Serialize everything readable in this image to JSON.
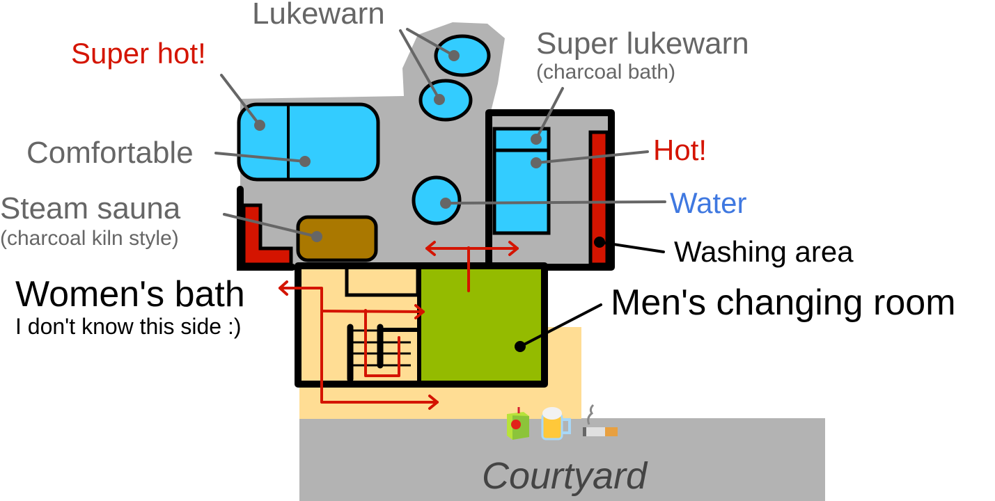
{
  "title": "Bathhouse floor plan",
  "colors": {
    "label_gray": "#666666",
    "label_red": "#d41400",
    "label_blue": "#3f78e0",
    "label_black": "#000000",
    "bath_water": "#33ccff",
    "floor_gray": "#b3b3b3",
    "heater_red": "#d41400",
    "sauna_brown": "#aa7800",
    "changing_green": "#94bb00",
    "corridor_beige": "#ffdd94",
    "courtyard_gray": "#b3b3b3"
  },
  "labels": {
    "lukewarm": "Lukewarn",
    "super_hot": "Super hot!",
    "super_lukewarm": "Super lukewarn",
    "super_lukewarm_sub": "(charcoal bath)",
    "comfortable": "Comfortable",
    "hot": "Hot!",
    "water": "Water",
    "steam_sauna": "Steam sauna",
    "steam_sauna_sub": "(charcoal kiln style)",
    "washing_area": "Washing area",
    "womens_bath": "Women's bath",
    "womens_bath_sub": "I don't know this side :)",
    "mens_changing_room": "Men's changing room",
    "courtyard": "Courtyard"
  },
  "icons": [
    "juice-box-icon",
    "beer-mug-icon",
    "cigarette-icon"
  ]
}
